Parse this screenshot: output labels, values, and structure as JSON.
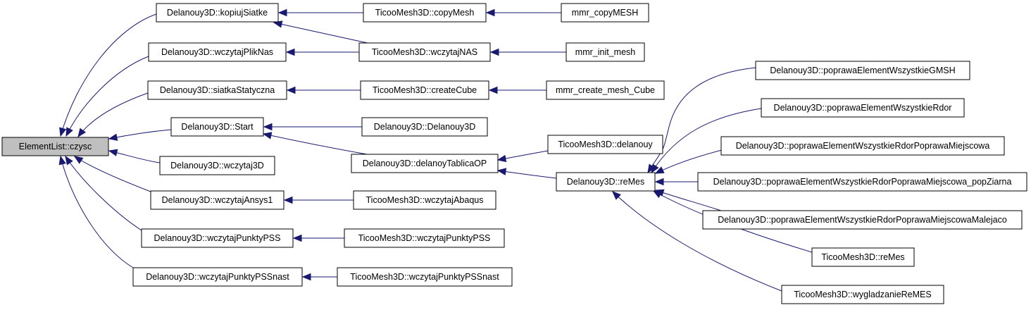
{
  "nodes": {
    "root": "ElementList::czysc",
    "kopiujSiatke": "Delanouy3D::kopiujSiatke",
    "wczytajPlikNas": "Delanouy3D::wczytajPlikNas",
    "siatkaStatyczna": "Delanouy3D::siatkaStatyczna",
    "start": "Delanouy3D::Start",
    "wczytaj3D": "Delanouy3D::wczytaj3D",
    "wczytajAnsys1": "Delanouy3D::wczytajAnsys1",
    "wczytajPunktyPSS": "Delanouy3D::wczytajPunktyPSS",
    "wczytajPunktyPSSnast": "Delanouy3D::wczytajPunktyPSSnast",
    "copyMesh": "TicooMesh3D::copyMesh",
    "wczytajNAS": "TicooMesh3D::wczytajNAS",
    "createCube": "TicooMesh3D::createCube",
    "delanouyCtor": "Delanouy3D::Delanouy3D",
    "delanoyTablicaOP": "Delanouy3D::delanoyTablicaOP",
    "wczytajAbaqus": "TicooMesh3D::wczytajAbaqus",
    "tWczytajPunktyPSS": "TicooMesh3D::wczytajPunktyPSS",
    "tWczytajPunktyPSSnast": "TicooMesh3D::wczytajPunktyPSSnast",
    "mmrCopyMESH": "mmr_copyMESH",
    "mmrInitMesh": "mmr_init_mesh",
    "mmrCreateMeshCube": "mmr_create_mesh_Cube",
    "tDelanouy": "TicooMesh3D::delanouy",
    "reMes": "Delanouy3D::reMes",
    "pGMSH": "Delanouy3D::poprawaElementWszystkieGMSH",
    "pRdor": "Delanouy3D::poprawaElementWszystkieRdor",
    "pMiejscowa": "Delanouy3D::poprawaElementWszystkieRdorPoprawaMiejscowa",
    "pPopZiarna": "Delanouy3D::poprawaElementWszystkieRdorPoprawaMiejscowa_popZiarna",
    "pMalejaco": "Delanouy3D::poprawaElementWszystkieRdorPoprawaMiejscowaMalejaco",
    "tReMes": "TicooMesh3D::reMes",
    "tWygladzanie": "TicooMesh3D::wygladzanieReMES"
  },
  "edges": [
    {
      "from": "kopiujSiatke",
      "to": "root"
    },
    {
      "from": "wczytajPlikNas",
      "to": "root"
    },
    {
      "from": "siatkaStatyczna",
      "to": "root"
    },
    {
      "from": "start",
      "to": "root"
    },
    {
      "from": "wczytaj3D",
      "to": "root"
    },
    {
      "from": "wczytajAnsys1",
      "to": "root"
    },
    {
      "from": "wczytajPunktyPSS",
      "to": "root"
    },
    {
      "from": "wczytajPunktyPSSnast",
      "to": "root"
    },
    {
      "from": "copyMesh",
      "to": "kopiujSiatke"
    },
    {
      "from": "wczytajNAS",
      "to": "kopiujSiatke"
    },
    {
      "from": "mmrCopyMESH",
      "to": "copyMesh"
    },
    {
      "from": "wczytajNAS",
      "to": "wczytajPlikNas"
    },
    {
      "from": "mmrInitMesh",
      "to": "wczytajNAS"
    },
    {
      "from": "createCube",
      "to": "siatkaStatyczna"
    },
    {
      "from": "mmrCreateMeshCube",
      "to": "createCube"
    },
    {
      "from": "delanouyCtor",
      "to": "start"
    },
    {
      "from": "delanoyTablicaOP",
      "to": "start"
    },
    {
      "from": "tDelanouy",
      "to": "delanoyTablicaOP"
    },
    {
      "from": "reMes",
      "to": "delanoyTablicaOP"
    },
    {
      "from": "pGMSH",
      "to": "reMes"
    },
    {
      "from": "pRdor",
      "to": "reMes"
    },
    {
      "from": "pMiejscowa",
      "to": "reMes"
    },
    {
      "from": "pPopZiarna",
      "to": "reMes"
    },
    {
      "from": "pMalejaco",
      "to": "reMes"
    },
    {
      "from": "tReMes",
      "to": "reMes"
    },
    {
      "from": "tWygladzanie",
      "to": "reMes"
    },
    {
      "from": "wczytajAbaqus",
      "to": "wczytajAnsys1"
    },
    {
      "from": "tWczytajPunktyPSS",
      "to": "wczytajPunktyPSS"
    },
    {
      "from": "tWczytajPunktyPSSnast",
      "to": "wczytajPunktyPSSnast"
    }
  ],
  "colors": {
    "edge": "#191970",
    "root_fill": "#bfbfbf",
    "node_fill": "#ffffff",
    "node_stroke": "#000000"
  }
}
